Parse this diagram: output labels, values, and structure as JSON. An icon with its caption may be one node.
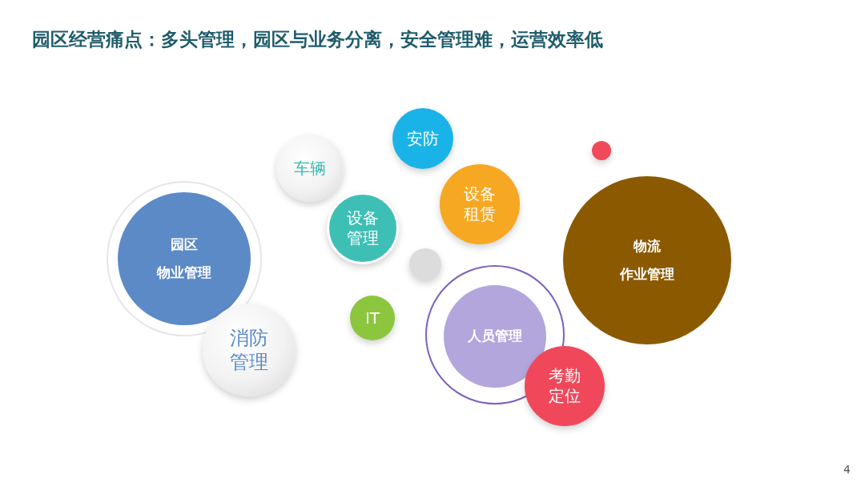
{
  "diagram": {
    "title": "园区经营痛点：多头管理，园区与业务分离，安全管理难，运营效率低",
    "nodes": [
      {
        "text": [
          "安防"
        ]
      },
      {
        "text": [
          "车辆"
        ]
      },
      {
        "text": [],
        "shape": "circle"
      },
      {
        "text": [
          "设备租赁"
        ]
      },
      {
        "text": [
          "设备管理"
        ]
      },
      {
        "text": [
          "物流",
          "作业管理"
        ]
      },
      {
        "text": [
          "园区",
          "物业管理"
        ]
      },
      {
        "text": [],
        "shape": "circle"
      },
      {
        "text": [
          "IT"
        ]
      },
      {
        "text": [
          "人员管理"
        ]
      },
      {
        "text": [
          "消防管理"
        ]
      },
      {
        "text": [
          "考勤定位"
        ]
      }
    ],
    "labels": [
      "4"
    ]
  }
}
